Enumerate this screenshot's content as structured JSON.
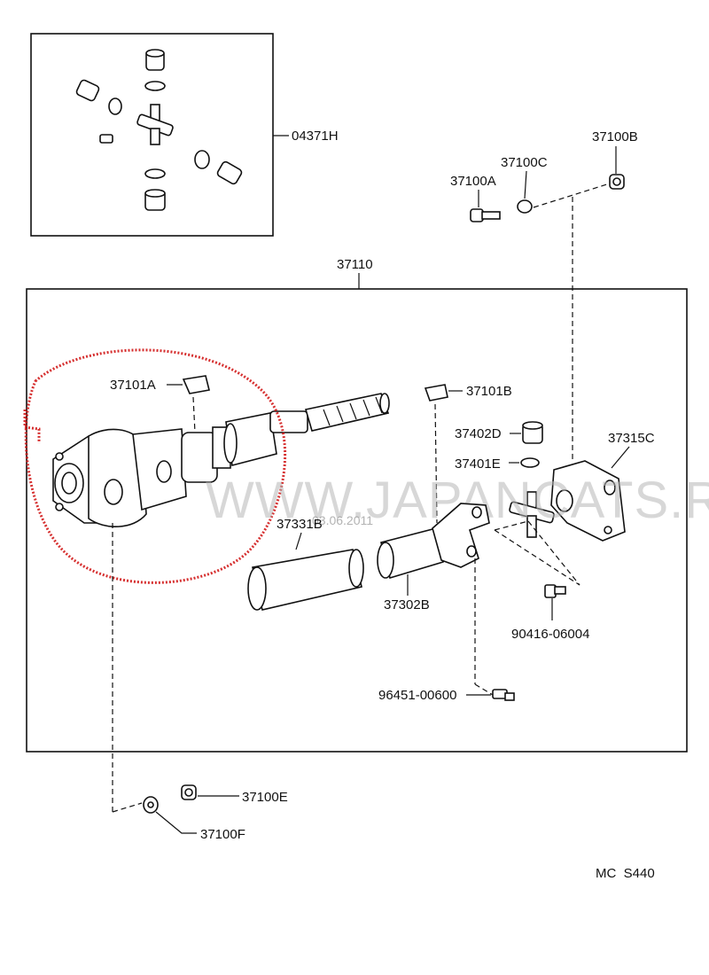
{
  "labels": {
    "kit": "04371H",
    "a": "37100A",
    "b": "37100B",
    "c": "37100C",
    "shaft": "37110",
    "yoke_clip_a": "37101A",
    "yoke_clip_b": "37101B",
    "d": "37402D",
    "e_ring": "37401E",
    "spider_yoke": "37315C",
    "boot": "37331B",
    "slip_yoke": "37302B",
    "fitting1": "90416-06004",
    "fitting2": "96451-00600",
    "nut_e": "37100E",
    "washer_f": "37100F",
    "code": "MC  S440"
  },
  "watermark": {
    "text": "WWW.JAPANCATS.RU",
    "date": "03.06.2011"
  },
  "colors": {
    "ink": "#111111",
    "highlight": "#d21a1a",
    "watermark": "#b8b8b8"
  }
}
